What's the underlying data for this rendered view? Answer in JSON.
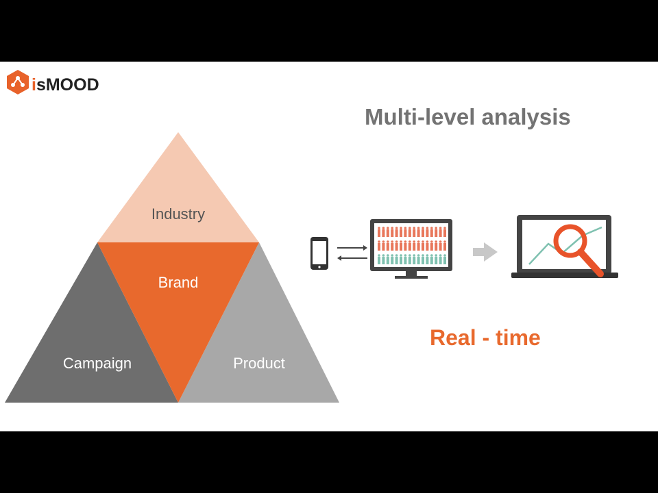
{
  "brand": {
    "logo_text_i": "i",
    "logo_text_rest": "sMOOD"
  },
  "headline": "Multi-level analysis",
  "pyramid": {
    "top": "Industry",
    "center": "Brand",
    "left": "Campaign",
    "right": "Product"
  },
  "illustration": {
    "icons": [
      "smartphone-icon",
      "exchange-arrows-icon",
      "monitor-people-icon",
      "right-arrow-icon",
      "laptop-search-icon"
    ]
  },
  "tagline": "Real - time",
  "colors": {
    "accent_orange": "#e8692d",
    "peach": "#f5c9b2",
    "dark_gray": "#6e6e6e",
    "light_gray": "#a8a8a8",
    "people_red": "#e8765a",
    "people_teal": "#7fc1b0"
  }
}
